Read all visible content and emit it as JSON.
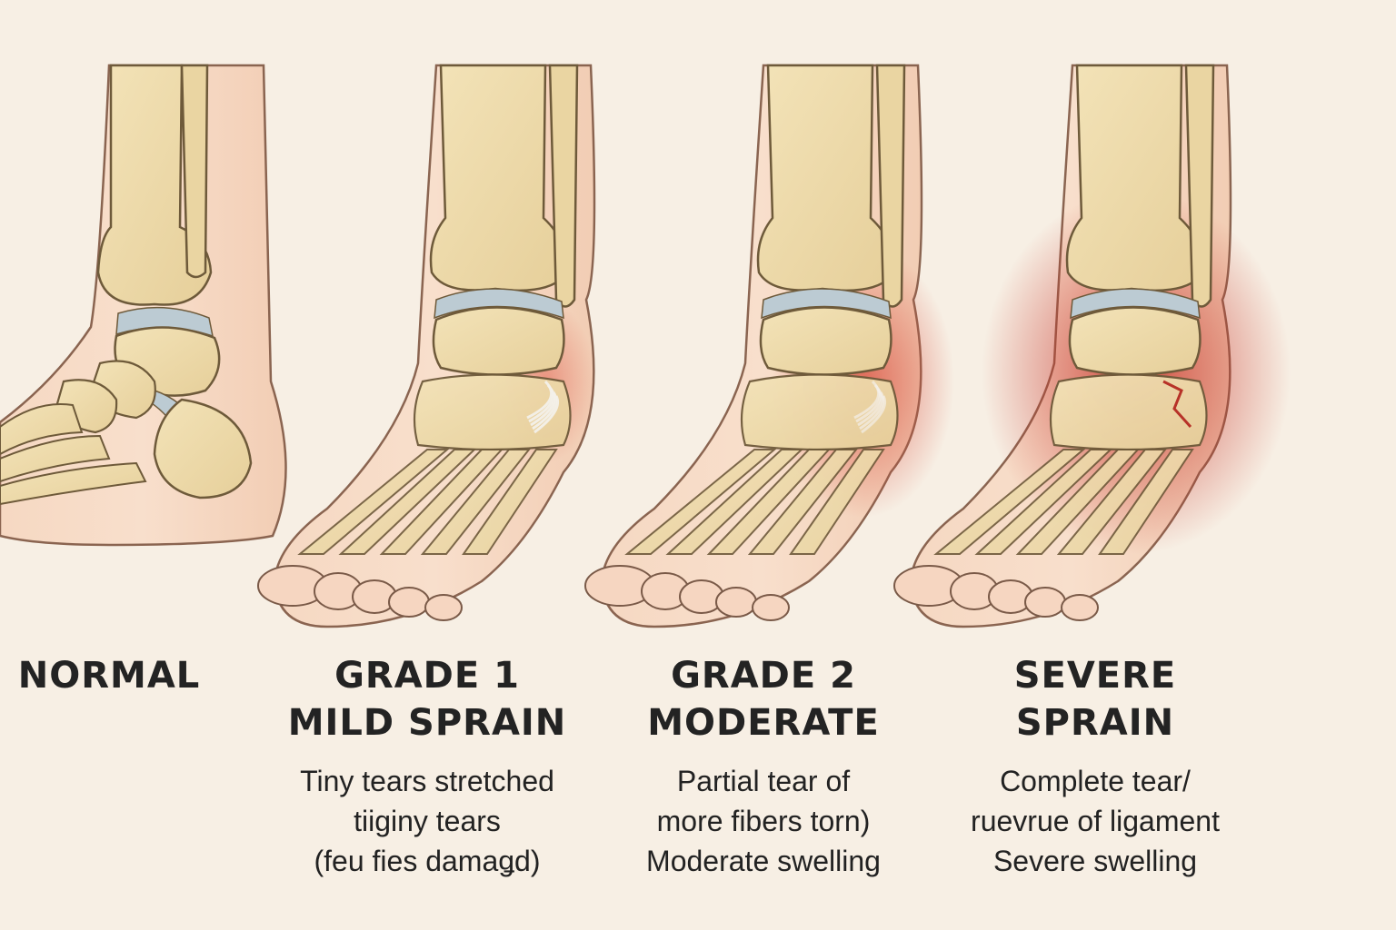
{
  "stages": [
    {
      "id": "normal",
      "title": [
        "NORMAL"
      ],
      "description": [],
      "swelling": "none",
      "ligament": "intact"
    },
    {
      "id": "grade1",
      "title": [
        "GRADE 1",
        "MILD SPRAIN"
      ],
      "description": [
        "Tiny tears stretched",
        "tiiginy tears",
        "(feu fies damaǥd)"
      ],
      "swelling": "mild",
      "ligament": "stretched"
    },
    {
      "id": "grade2",
      "title": [
        "GRADE 2",
        "MODERATE"
      ],
      "description": [
        "Partial tear of",
        "more fibers torn)",
        "Moderate swelling"
      ],
      "swelling": "moderate",
      "ligament": "partial tear"
    },
    {
      "id": "severe",
      "title": [
        "SEVERE",
        "SPRAIN"
      ],
      "description": [
        "Complete tear/",
        "ruevrue of ligament",
        "Severe swelling"
      ],
      "swelling": "severe",
      "ligament": "complete tear"
    }
  ],
  "colors": {
    "background": "#f7efe4",
    "skin": "#f4d4bd",
    "bone": "#efdcae",
    "bone_outline": "#6e5a3a",
    "cartilage": "#bccbd3",
    "inflammation": "#d94a3c",
    "ligament": "#f3f0ea",
    "text": "#232323"
  }
}
